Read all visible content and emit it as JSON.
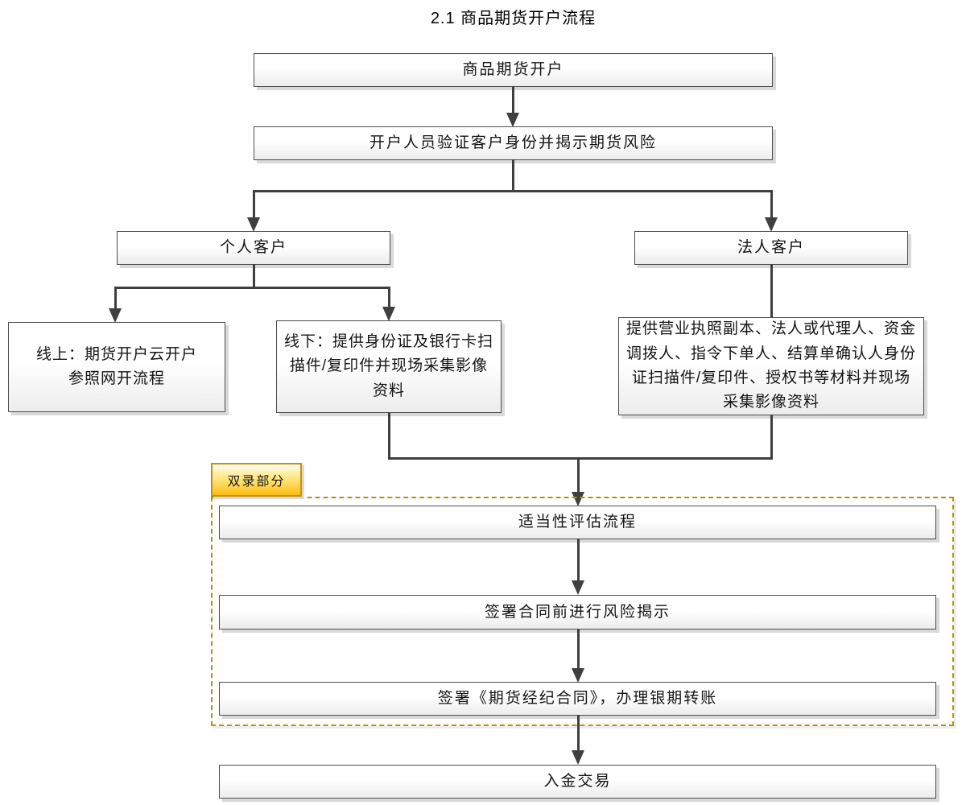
{
  "title": "2.1 商品期货开户流程",
  "colors": {
    "line": "#3f3f3f",
    "box_border": "#4d4d4d",
    "box_fill_top": "#ffffff",
    "box_fill_bottom": "#ececec",
    "box_shadow": "#d9d9d9",
    "tab_border": "#c8930b",
    "tab_fill_top": "#fffdf0",
    "tab_fill_bottom": "#fdbd10",
    "dashed_border": "#b39408"
  },
  "nodes": {
    "start": "商品期货开户",
    "verify": "开户人员验证客户身份并揭示期货风险",
    "individual": "个人客户",
    "corporate": "法人客户",
    "online": "线上：期货开户云开户\n参照网开流程",
    "offline": "线下：提供身份证及银行卡扫描件/复印件并现场采集影像资料",
    "corporate_docs": "提供营业执照副本、法人或代理人、资金调拨人、指令下单人、结算单确认人身份证扫描件/复印件、授权书等材料并现场采集影像资料",
    "dual_record_tag": "双录部分",
    "assessment": "适当性评估流程",
    "risk_disclosure": "签署合同前进行风险揭示",
    "contract": "签署《期货经纪合同》，办理银期转账",
    "deposit": "入金交易"
  }
}
